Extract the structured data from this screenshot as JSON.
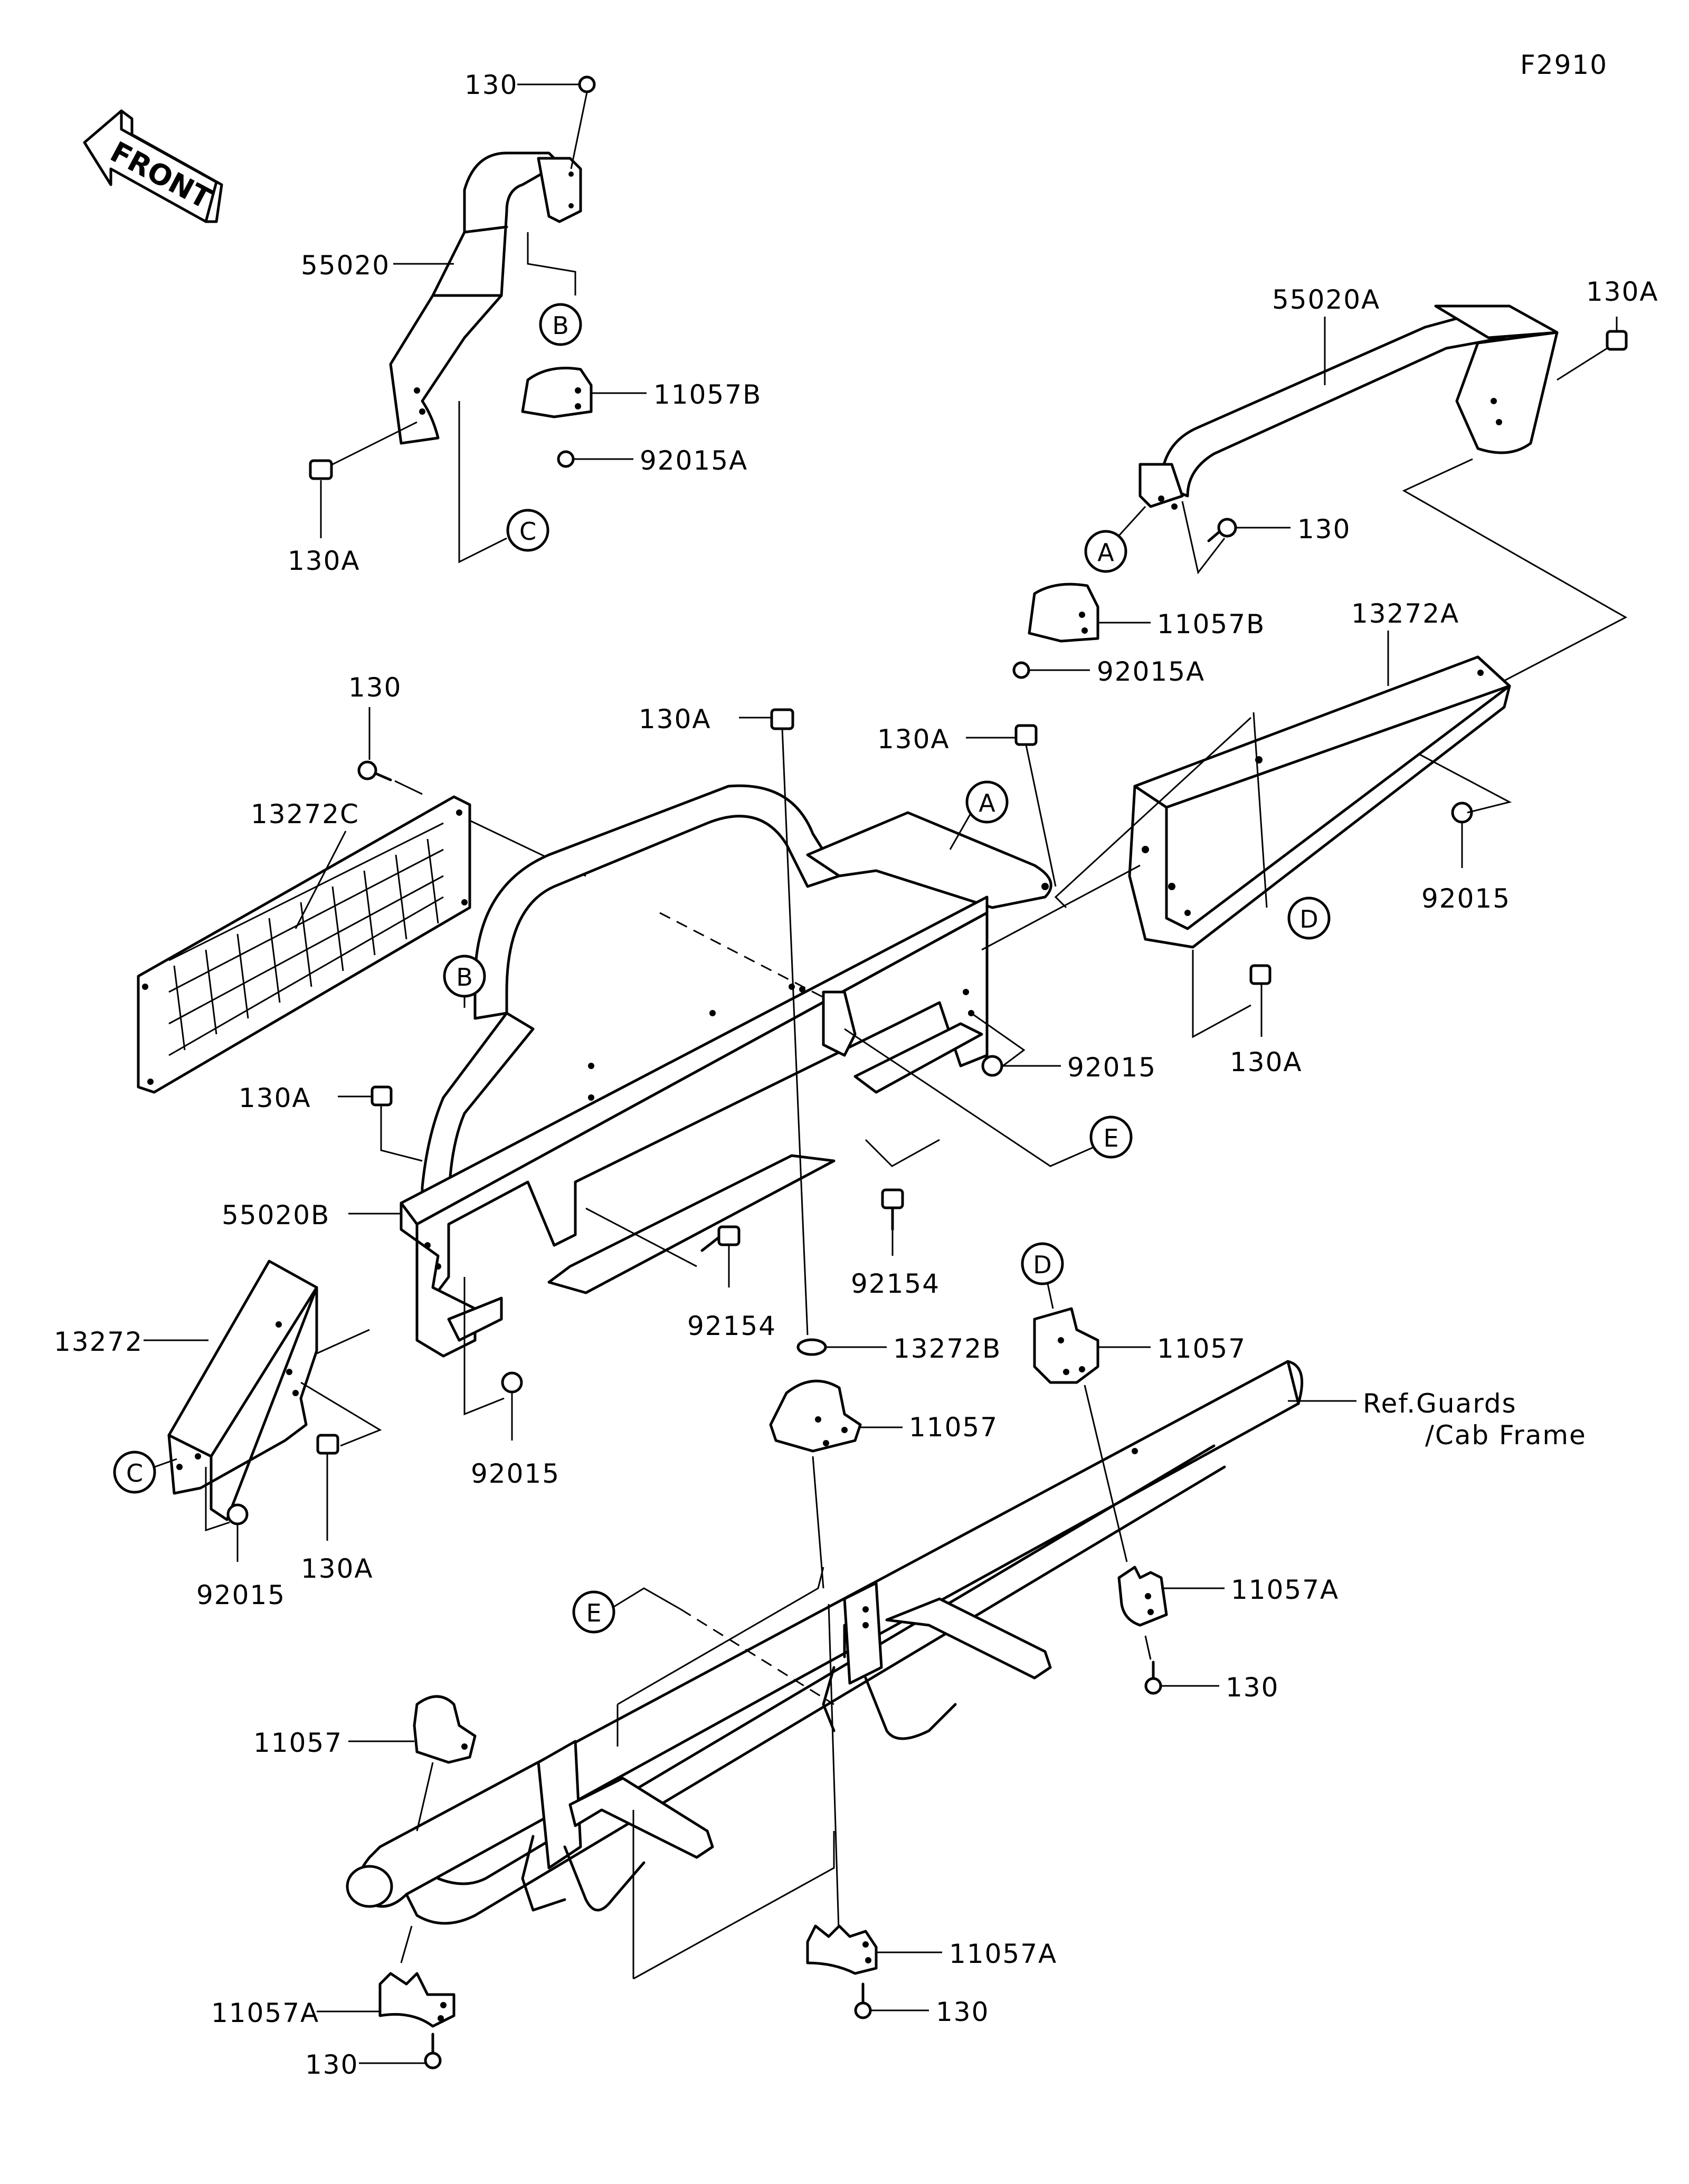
{
  "figure_id": "F2910",
  "direction_label": "FRONT",
  "reference_note": [
    "Ref.Guards",
    "/Cab Frame"
  ],
  "callouts": [
    "A",
    "B",
    "C",
    "D",
    "E"
  ],
  "labels": {
    "l130_top": "130",
    "l55020": "55020",
    "l11057B_1": "11057B",
    "l92015A_1": "92015A",
    "l130A_1": "130A",
    "l55020A": "55020A",
    "l130A_2": "130A",
    "l130_2": "130",
    "l11057B_2": "11057B",
    "l92015A_2": "92015A",
    "l13272A": "13272A",
    "l130_3": "130",
    "l13272C": "13272C",
    "l130A_3": "130A",
    "l130A_4": "130A",
    "l92015_1": "92015",
    "l130A_5": "130A",
    "l130A_6": "130A",
    "l92015_2": "92015",
    "l55020B": "55020B",
    "l92154_1": "92154",
    "l92154_2": "92154",
    "l13272": "13272",
    "l13272B": "13272B",
    "l11057_1": "11057",
    "l11057_2": "11057",
    "l92015_3": "92015",
    "l92015_4": "92015",
    "l130A_7": "130A",
    "l11057A_1": "11057A",
    "l130_4": "130",
    "l11057_3": "11057",
    "l11057A_2": "11057A",
    "l130_5": "130",
    "l11057A_3": "11057A",
    "l130_6": "130"
  }
}
